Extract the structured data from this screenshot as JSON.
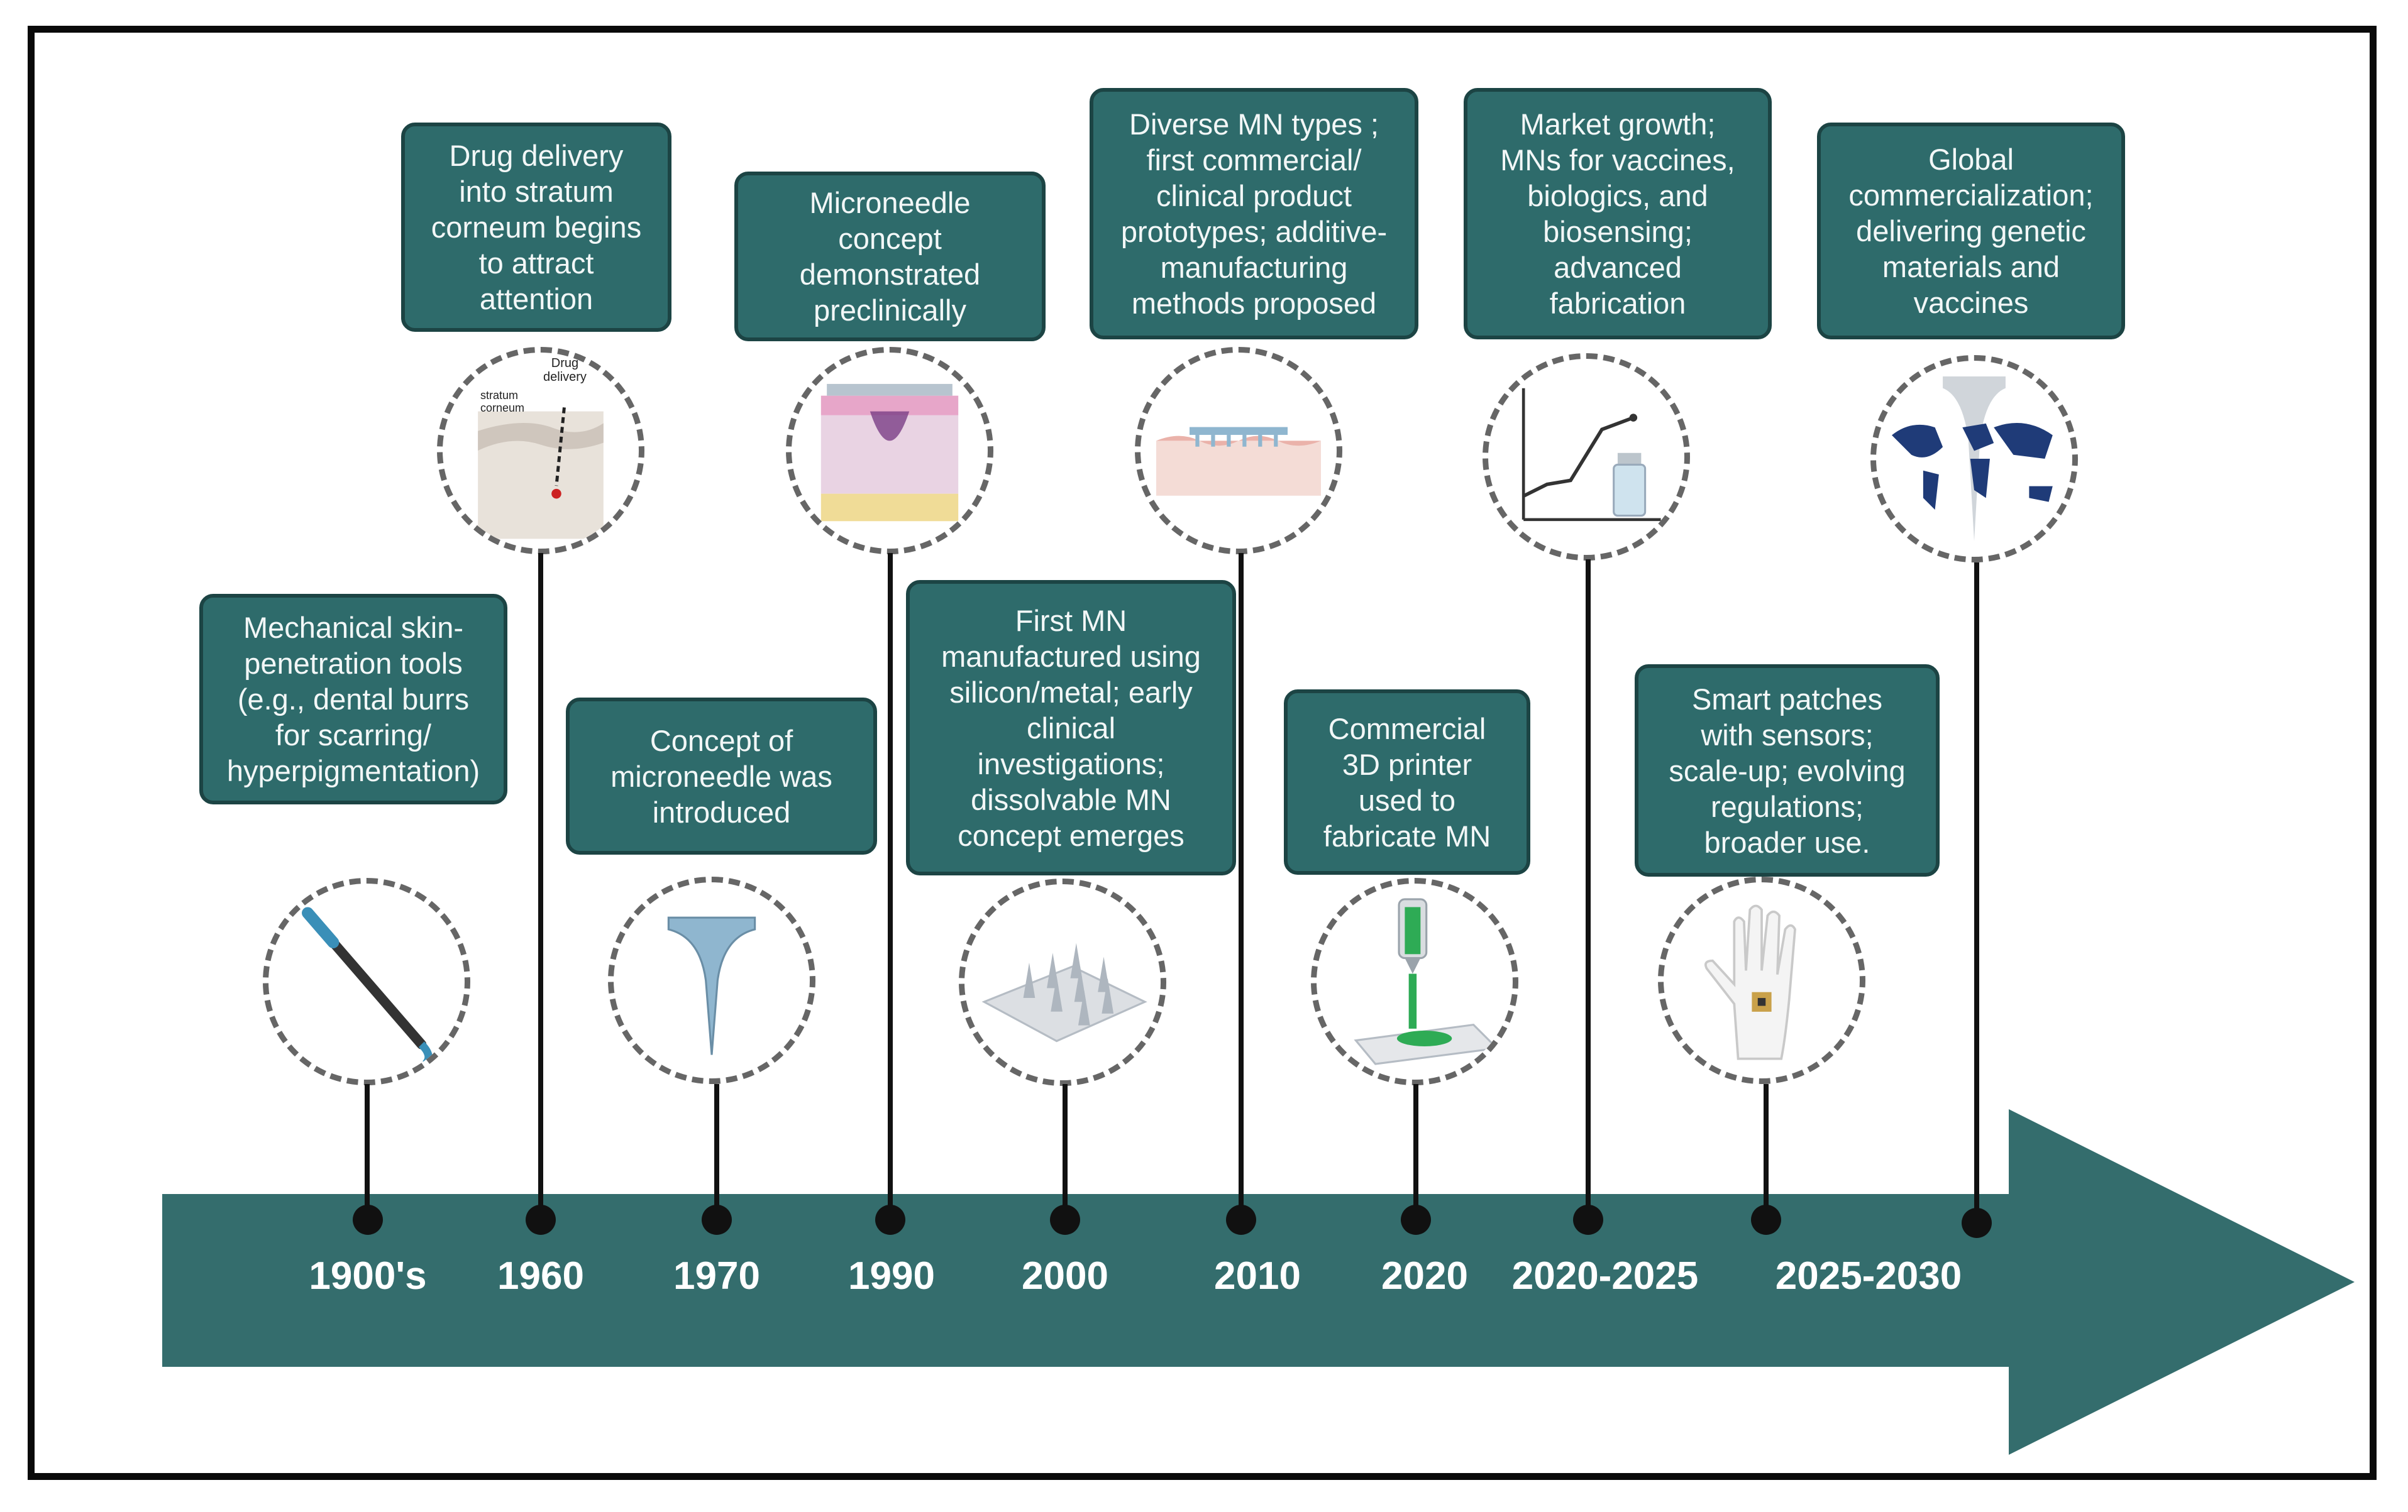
{
  "colors": {
    "teal": "#2e6b6b",
    "teal_border": "#1c4444",
    "text_on_teal": "#f2f7f7",
    "line": "#111111",
    "dash": "#666666"
  },
  "milestones": [
    {
      "year": "1900's",
      "text": "Mechanical skin-\npenetration tools\n(e.g., dental burrs\nfor scarring/\nhyperpigmentation)",
      "icon": "dental-burr-icon"
    },
    {
      "year": "1960",
      "text": "Drug delivery\ninto stratum\ncorneum begins\nto attract\nattention",
      "icon": "stratum-corneum-icon",
      "icon_labels": [
        "Drug\ndelivery",
        "stratum\ncorneum"
      ]
    },
    {
      "year": "1970",
      "text": "Concept of\nmicroneedle was\nintroduced",
      "icon": "microneedle-icon"
    },
    {
      "year": "1990",
      "text": "Microneedle\nconcept\ndemonstrated\npreclinically",
      "icon": "skin-layers-icon"
    },
    {
      "year": "2000",
      "text": "First MN\nmanufactured using\nsilicon/metal; early\nclinical\ninvestigations;\ndissolvable MN\nconcept emerges",
      "icon": "microneedle-array-icon"
    },
    {
      "year": "2010",
      "text": "Diverse MN types ;\nfirst commercial/\nclinical product\nprototypes; additive-\nmanufacturing\nmethods proposed",
      "icon": "patch-on-skin-icon"
    },
    {
      "year": "2020",
      "text": "Commercial\n3D printer\nused to\nfabricate MN",
      "icon": "3d-printer-icon"
    },
    {
      "year": "2020-2025",
      "text": "Market growth;\nMNs for vaccines,\nbiologics, and\nbiosensing;\nadvanced\nfabrication",
      "icon": "growth-chart-vial-icon"
    },
    {
      "year": "2025-2030",
      "text": "Smart patches\nwith sensors;\nscale-up; evolving\nregulations;\nbroader use.",
      "icon": "hand-patch-icon"
    },
    {
      "year": "",
      "text": "Global\ncommercialization;\ndelivering genetic\nmaterials and\nvaccines",
      "icon": "world-map-needle-icon"
    }
  ]
}
